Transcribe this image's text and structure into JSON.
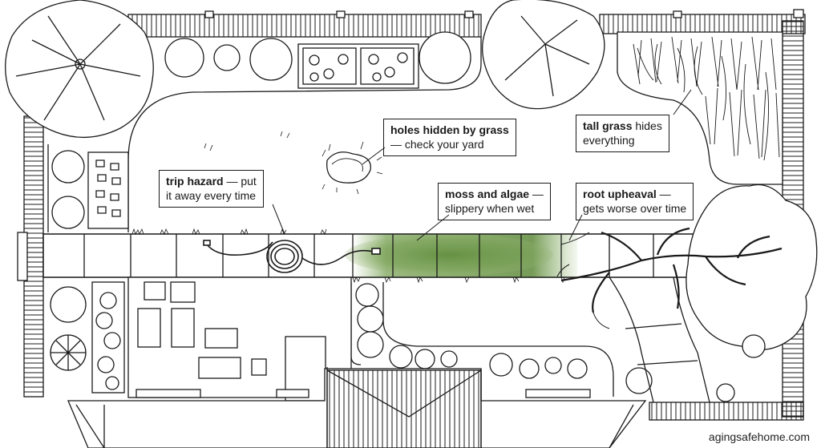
{
  "callouts": {
    "holes": {
      "bold": "holes hidden by grass",
      "rest": "— check your yard"
    },
    "tall_grass": {
      "bold": "tall grass",
      "rest_line1": " hides",
      "rest_line2": "everything"
    },
    "trip": {
      "bold": "trip hazard",
      "rest_line1": " — put",
      "rest_line2": "it away every time"
    },
    "moss": {
      "bold": "moss and algae",
      "rest_line1": " —",
      "rest_line2": "slippery when wet"
    },
    "root": {
      "bold": "root upheaval",
      "rest_line1": " —",
      "rest_line2": "gets worse over time"
    }
  },
  "credit": "agingsafehome.com",
  "colors": {
    "line": "#1a1a1a",
    "moss": "#6f9a4a",
    "background": "#ffffff"
  }
}
